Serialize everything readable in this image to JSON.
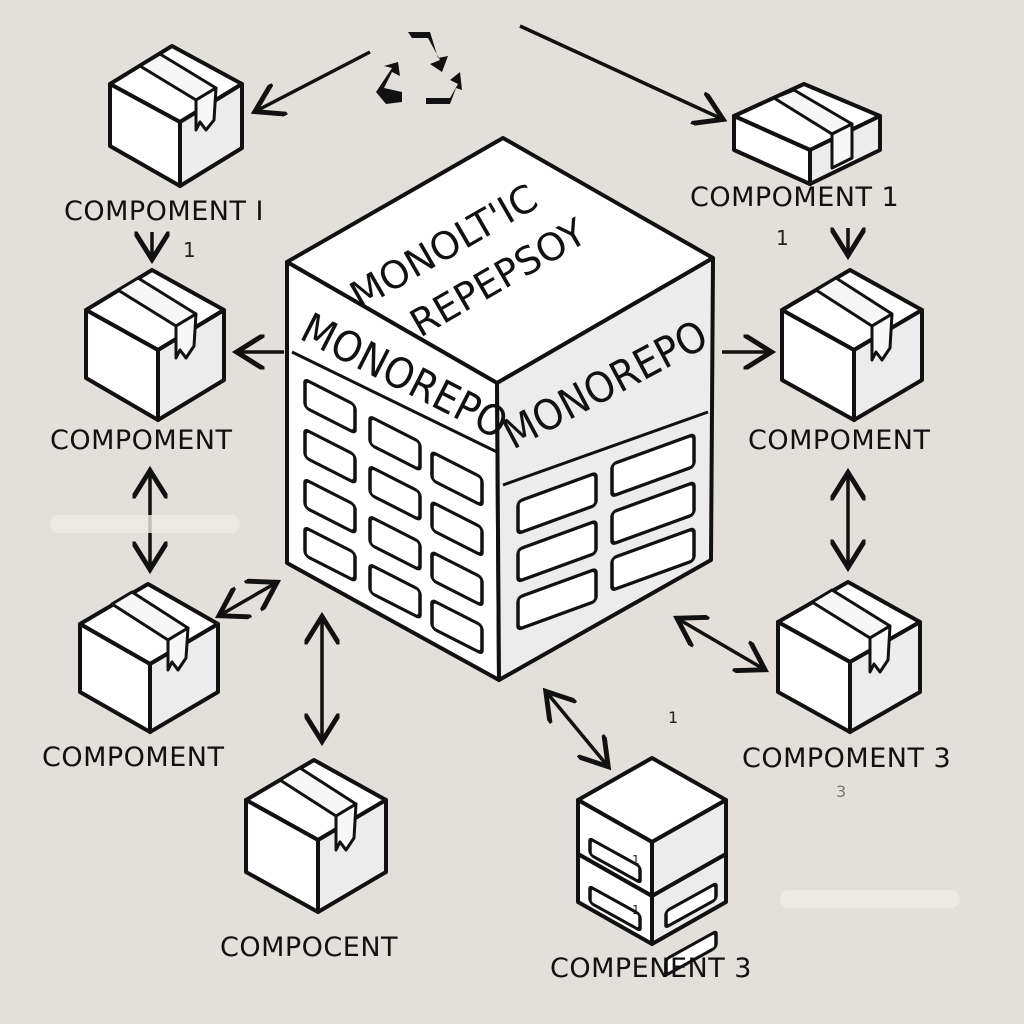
{
  "center": {
    "top_text_line1": "MONOLT'IC",
    "top_text_line2": "REPEPSOY",
    "left_face_label": "MONOREPO",
    "right_face_label": "MONOREPO"
  },
  "components": [
    {
      "id": "c-left-1",
      "label": "COMPOMENT I"
    },
    {
      "id": "c-left-2",
      "label": "COMPOMENT"
    },
    {
      "id": "c-left-3",
      "label": "COMPOMENT"
    },
    {
      "id": "c-bottom-left",
      "label": "COMPOCENT"
    },
    {
      "id": "c-bottom-right",
      "label": "COMPENENT 3"
    },
    {
      "id": "c-right-3",
      "label": "COMPOMENT 3"
    },
    {
      "id": "c-right-2",
      "label": "COMPOMENT"
    },
    {
      "id": "c-right-1",
      "label": "COMPOMENT 1"
    }
  ],
  "stray_marks": [
    "1",
    "1",
    "1",
    "3",
    "1",
    "1"
  ],
  "icons": {
    "recycle": "recycle-icon"
  }
}
